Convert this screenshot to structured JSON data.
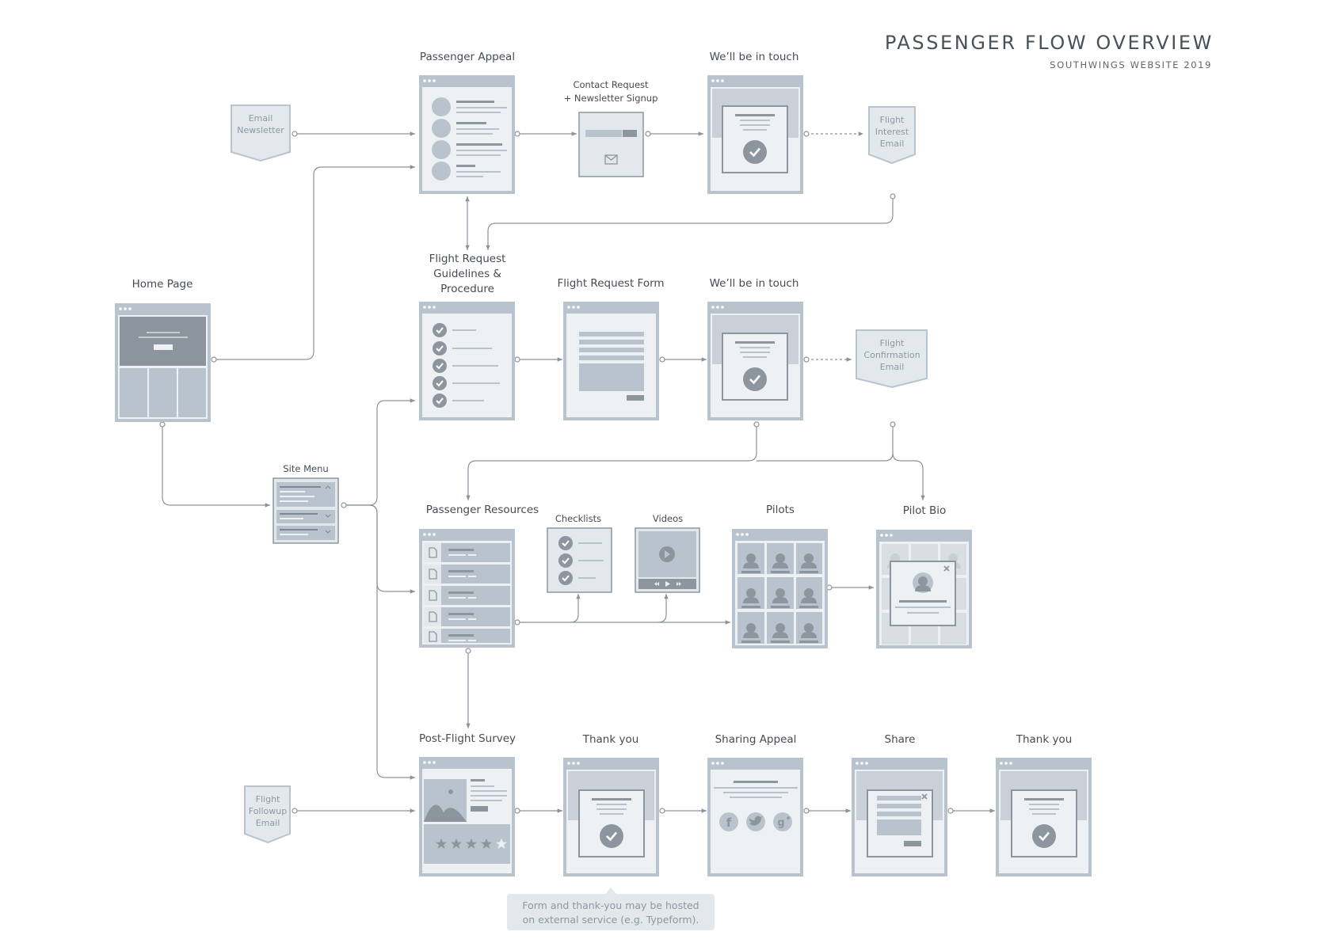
{
  "header": {
    "title": "PASSENGER FLOW OVERVIEW",
    "subtitle": "SOUTHWINGS WEBSITE 2019"
  },
  "screens": {
    "home_page": "Home Page",
    "site_menu": "Site Menu",
    "passenger_appeal": "Passenger Appeal",
    "contact_request": [
      "Contact Request",
      "+ Newsletter Signup"
    ],
    "touch_1": "We’ll be in touch",
    "flight_guidelines": [
      "Flight Request",
      "Guidelines &",
      "Procedure"
    ],
    "flight_form": "Flight Request Form",
    "touch_2": "We’ll be in touch",
    "passenger_resources": "Passenger Resources",
    "checklists": "Checklists",
    "videos": "Videos",
    "pilots": "Pilots",
    "pilot_bio": "Pilot Bio",
    "survey": "Post-Flight Survey",
    "thank_you_1": "Thank you",
    "sharing_appeal": "Sharing Appeal",
    "share": "Share",
    "thank_you_2": "Thank you"
  },
  "emails": {
    "newsletter": [
      "Email",
      "Newsletter"
    ],
    "interest": [
      "Flight",
      "Interest",
      "Email"
    ],
    "confirmation": [
      "Flight",
      "Confirmation",
      "Email"
    ],
    "followup": [
      "Flight",
      "Followup",
      "Email"
    ]
  },
  "note": [
    "Form and thank-you may be hosted",
    "on external service (e.g. Typeform)."
  ],
  "icons": {
    "check": "check-circle-icon",
    "mail": "envelope-icon",
    "play": "play-icon",
    "document": "document-icon",
    "person": "person-icon",
    "close": "close-icon",
    "photo": "image-icon",
    "star": "star-icon",
    "social": [
      "facebook-icon",
      "twitter-icon",
      "google-plus-icon"
    ]
  },
  "survey_rating": {
    "filled": 4,
    "max": 5
  },
  "colors": {
    "line": "#8a939c",
    "frame": "#b9c3cd",
    "panel": "#e3e8ed",
    "dark": "#8d969f",
    "text": "#464c54"
  }
}
